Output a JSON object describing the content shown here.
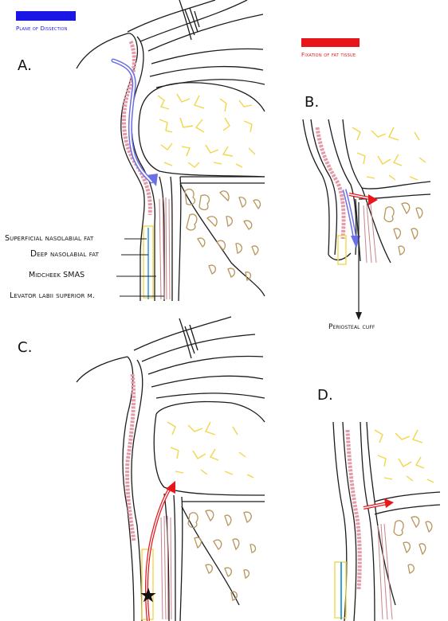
{
  "legend": {
    "plane_label": "Plane of Dissection",
    "plane_color": "#1a16e6",
    "fixation_label": "Fixation of fat tissue",
    "fixation_color": "#e8161b"
  },
  "panels": {
    "a": "A.",
    "b": "B.",
    "c": "C.",
    "d": "D."
  },
  "labels": {
    "superficial": "Superficial nasolabial fat",
    "deep": "Deep nasolabial fat",
    "midcheek": "Midcheek SMAS",
    "levator": "Levator labii superior m.",
    "periosteal": "Periosteal cuff"
  },
  "colors": {
    "outline": "#1c1c1c",
    "fat_yellow": "#f1d64a",
    "fat_tan": "#b8955a",
    "skin_pink": "#e59aa8",
    "muscle_red": "#c9838a",
    "fat_blue": "#3aa0d8"
  }
}
